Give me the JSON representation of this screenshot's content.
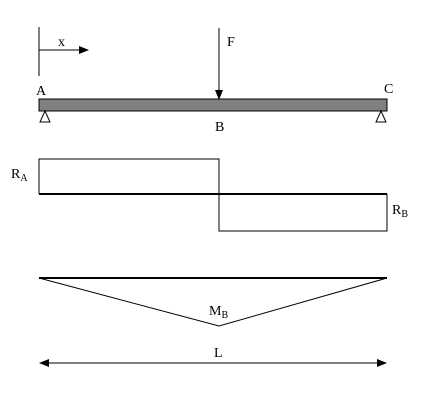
{
  "labels": {
    "x_axis": "x",
    "force": "F",
    "support_left": "A",
    "load_point": "B",
    "support_right": "C",
    "reaction_a_main": "R",
    "reaction_a_sub": "A",
    "reaction_b_main": "R",
    "reaction_b_sub": "B",
    "moment_main": "M",
    "moment_sub": "B",
    "length": "L"
  },
  "colors": {
    "beam_fill": "#808080",
    "line": "#000000",
    "background": "#ffffff"
  }
}
